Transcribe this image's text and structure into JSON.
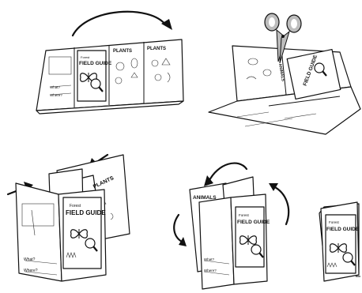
{
  "book": {
    "subtitle": "Forest",
    "title": "FIELD GUIDE",
    "plants_heading": "PLANTS",
    "animals_heading": "ANIMALS",
    "what_label": "What?",
    "where_label": "Where?"
  },
  "colors": {
    "ink": "#111111",
    "paper": "#ffffff",
    "scissors": "#bdbdbd"
  }
}
